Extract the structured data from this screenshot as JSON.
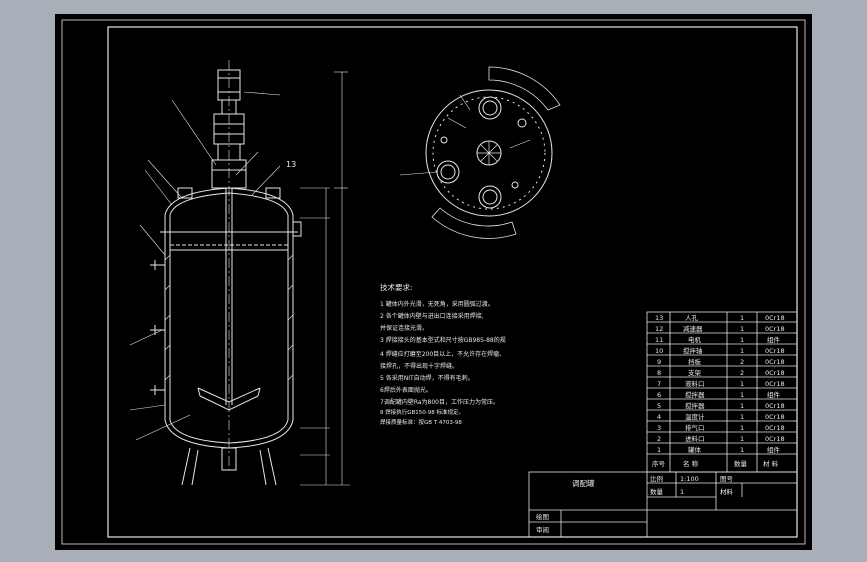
{
  "part_label_13": "13",
  "tech_requirements": {
    "heading": "技术要求:",
    "lines": [
      "1 罐体内外光滑，无死角，采用圆弧过渡。",
      "2 各个罐体内壁与进出口连接采用焊接,",
      "并保证连接光滑。",
      "3 焊接接头的基本型式和尺寸按GB985-88的规",
      "4 焊缝应打磨至200目以上，不允许存在焊瘤、",
      "接焊孔，不得出现十字焊缝。",
      "5 各采用NIT自动焊，不得有毛刺。",
      "6焊后外表面抛光。",
      "7调配罐内壁Ra为800目，工作压力为常压。",
      "8 焊接执行GB150-98 标准规定。",
      "焊接质量标准：按GB T 4703-98"
    ]
  },
  "parts_table": {
    "header": {
      "no": "序号",
      "name": "名 称",
      "qty": "数量",
      "material": "材 料"
    },
    "rows": [
      {
        "no": "13",
        "name": "人孔",
        "qty": "1",
        "material": "0Cr18"
      },
      {
        "no": "12",
        "name": "减速器",
        "qty": "1",
        "material": "0Cr18"
      },
      {
        "no": "11",
        "name": "电机",
        "qty": "1",
        "material": "组件"
      },
      {
        "no": "10",
        "name": "搅拌轴",
        "qty": "1",
        "material": "0Cr18"
      },
      {
        "no": "9",
        "name": "挡板",
        "qty": "2",
        "material": "0Cr18"
      },
      {
        "no": "8",
        "name": "支架",
        "qty": "2",
        "material": "0Cr18"
      },
      {
        "no": "7",
        "name": "液料口",
        "qty": "1",
        "material": "0Cr18"
      },
      {
        "no": "6",
        "name": "搅拌器",
        "qty": "1",
        "material": "组件"
      },
      {
        "no": "5",
        "name": "搅拌器",
        "qty": "1",
        "material": "0Cr18"
      },
      {
        "no": "4",
        "name": "温度计",
        "qty": "1",
        "material": "0Cr18"
      },
      {
        "no": "3",
        "name": "排气口",
        "qty": "1",
        "material": "0Cr18"
      },
      {
        "no": "2",
        "name": "进料口",
        "qty": "1",
        "material": "0Cr18"
      },
      {
        "no": "1",
        "name": "罐体",
        "qty": "1",
        "material": "组件"
      }
    ]
  },
  "title_block": {
    "drawing_name": "调配罐",
    "scale_label": "比例",
    "scale_value": "1:100",
    "drawing_no_label": "图号",
    "quantity_label": "数量",
    "quantity_value": "1",
    "material_label": "材料",
    "drawn_label": "绘图",
    "checked_label": "审阅"
  },
  "colors": {
    "viewport": "#a9afb8",
    "sheet": "#000000",
    "lines": "#e6e6e6"
  }
}
